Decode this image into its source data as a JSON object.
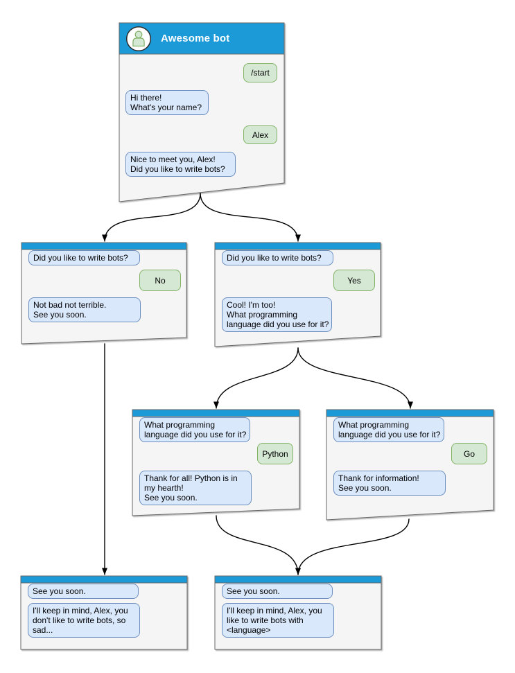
{
  "colors": {
    "header_blue": "#1f9ad7",
    "window_background": "#f5f5f5",
    "window_border": "#666666",
    "bot_bubble_background": "#dae8fc",
    "bot_bubble_border": "#6c8ebf",
    "user_bubble_background": "#d5e8d4",
    "user_bubble_border": "#82b366",
    "connector": "#000000",
    "title_text": "#ffffff"
  },
  "icons": {
    "avatar": "person-icon"
  },
  "diagram": {
    "root": {
      "title": "Awesome bot",
      "messages": [
        {
          "side": "user",
          "text": "/start"
        },
        {
          "side": "bot",
          "text": "Hi there!\nWhat's your name?"
        },
        {
          "side": "user",
          "text": "Alex"
        },
        {
          "side": "bot",
          "text": "Nice to meet you, Alex!\nDid you like to write bots?"
        }
      ]
    },
    "branch_no": {
      "messages": [
        {
          "side": "bot",
          "text": "Did you like to write bots?"
        },
        {
          "side": "user",
          "text": "No"
        },
        {
          "side": "bot",
          "text": "Not bad not terrible.\nSee you soon."
        }
      ]
    },
    "branch_yes": {
      "messages": [
        {
          "side": "bot",
          "text": "Did you like to write bots?"
        },
        {
          "side": "user",
          "text": "Yes"
        },
        {
          "side": "bot",
          "text": "Cool! I'm too!\nWhat programming\nlanguage did you use for it?"
        }
      ]
    },
    "branch_python": {
      "messages": [
        {
          "side": "bot",
          "text": "What programming\nlanguage did you use for it?"
        },
        {
          "side": "user",
          "text": "Python"
        },
        {
          "side": "bot",
          "text": "Thank for all! Python is in\nmy hearth!\nSee you soon."
        }
      ]
    },
    "branch_go": {
      "messages": [
        {
          "side": "bot",
          "text": "What programming\nlanguage did you use for it?"
        },
        {
          "side": "user",
          "text": "Go"
        },
        {
          "side": "bot",
          "text": "Thank for information!\nSee you soon."
        }
      ]
    },
    "end_no": {
      "messages": [
        {
          "side": "bot",
          "text": "See you soon."
        },
        {
          "side": "bot",
          "text": "I'll keep in mind, Alex, you\ndon't like to write bots, so\nsad..."
        }
      ]
    },
    "end_yes": {
      "messages": [
        {
          "side": "bot",
          "text": "See you soon."
        },
        {
          "side": "bot",
          "text": "I'll keep in mind, Alex, you\nlike to write bots with\n<language>"
        }
      ]
    }
  }
}
